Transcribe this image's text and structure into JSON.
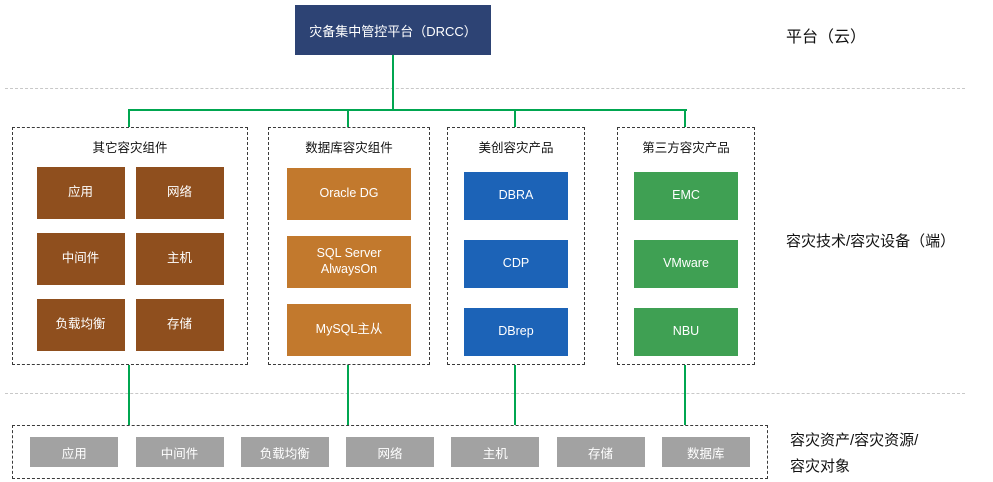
{
  "platform": {
    "title": "灾备集中管控平台（DRCC）"
  },
  "right_labels": {
    "cloud": "平台（云）",
    "tech": "容灾技术/容灾设备（端）",
    "assets_line1": "容灾资产/容灾资源/",
    "assets_line2": "容灾对象"
  },
  "groups": [
    {
      "title": "其它容灾组件",
      "color": "#8f4f1e",
      "items": [
        "应用",
        "网络",
        "中间件",
        "主机",
        "负载均衡",
        "存储"
      ]
    },
    {
      "title": "数据库容灾组件",
      "color": "#c2792d",
      "items": [
        "Oracle DG",
        "SQL Server AlwaysOn",
        "MySQL主从"
      ]
    },
    {
      "title": "美创容灾产品",
      "color": "#1c63b7",
      "items": [
        "DBRA",
        "CDP",
        "DBrep"
      ]
    },
    {
      "title": "第三方容灾产品",
      "color": "#3fa053",
      "items": [
        "EMC",
        "VMware",
        "NBU"
      ]
    }
  ],
  "bottom_row": {
    "items": [
      "应用",
      "中间件",
      "负载均衡",
      "网络",
      "主机",
      "存储",
      "数据库"
    ],
    "color": "#a2a2a2"
  },
  "colors": {
    "connector": "#00a650",
    "platform_bg": "#2d4374",
    "dashed_border": "#3a3a3a"
  }
}
